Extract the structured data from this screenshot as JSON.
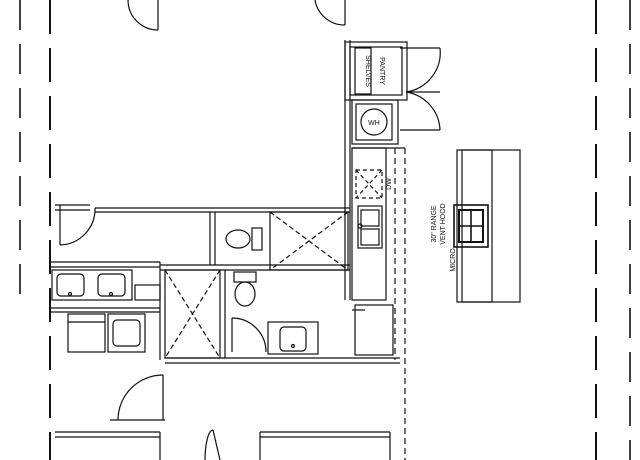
{
  "labels": {
    "shelves": "SHELVES",
    "pantry": "PANTRY",
    "water_heater": "WH",
    "dishwasher": "DW",
    "range_line1": "30\" RANGE",
    "range_line2": "VENT HOOD",
    "micro": "MICRO"
  },
  "colors": {
    "line": "#111111",
    "background": "#ffffff"
  }
}
